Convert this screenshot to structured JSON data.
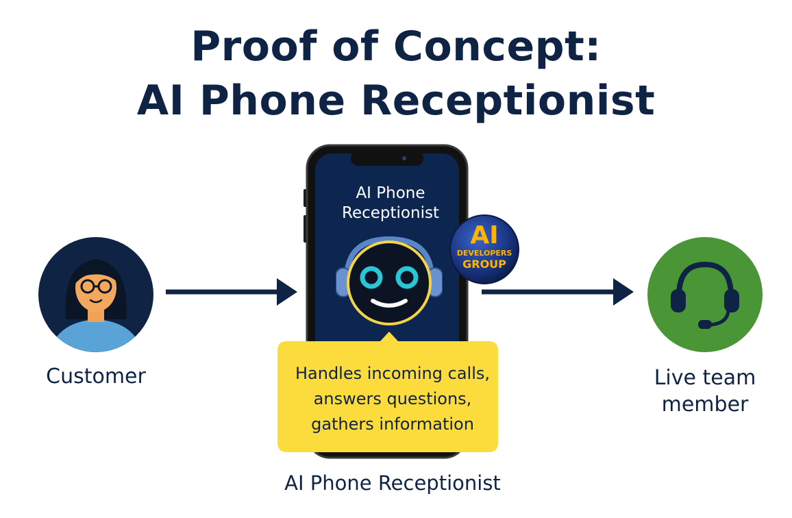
{
  "title": {
    "line1": "Proof of Concept:",
    "line2": "AI Phone Receptionist"
  },
  "customer": {
    "label": "Customer",
    "icon": "woman-avatar-icon"
  },
  "phone": {
    "screen_title_line1": "AI Phone",
    "screen_title_line2": "Receptionist",
    "icon": "robot-face-icon"
  },
  "badge": {
    "line1": "AI",
    "line2": "DEVELOPERS",
    "line3": "GROUP"
  },
  "callout": {
    "line1": "Handles incoming calls,",
    "line2": "answers questions,",
    "line3": "gathers information"
  },
  "bottom_caption": "AI Phone Receptionist",
  "agent": {
    "label_line1": "Live team",
    "label_line2": "member",
    "icon": "headset-icon"
  },
  "colors": {
    "navy": "#0f2344",
    "phone_screen": "#0d2650",
    "callout_yellow": "#fcdc3c",
    "agent_green": "#4a9636",
    "robot_cyan": "#29c7d6",
    "badge_gold": "#ffb400"
  }
}
